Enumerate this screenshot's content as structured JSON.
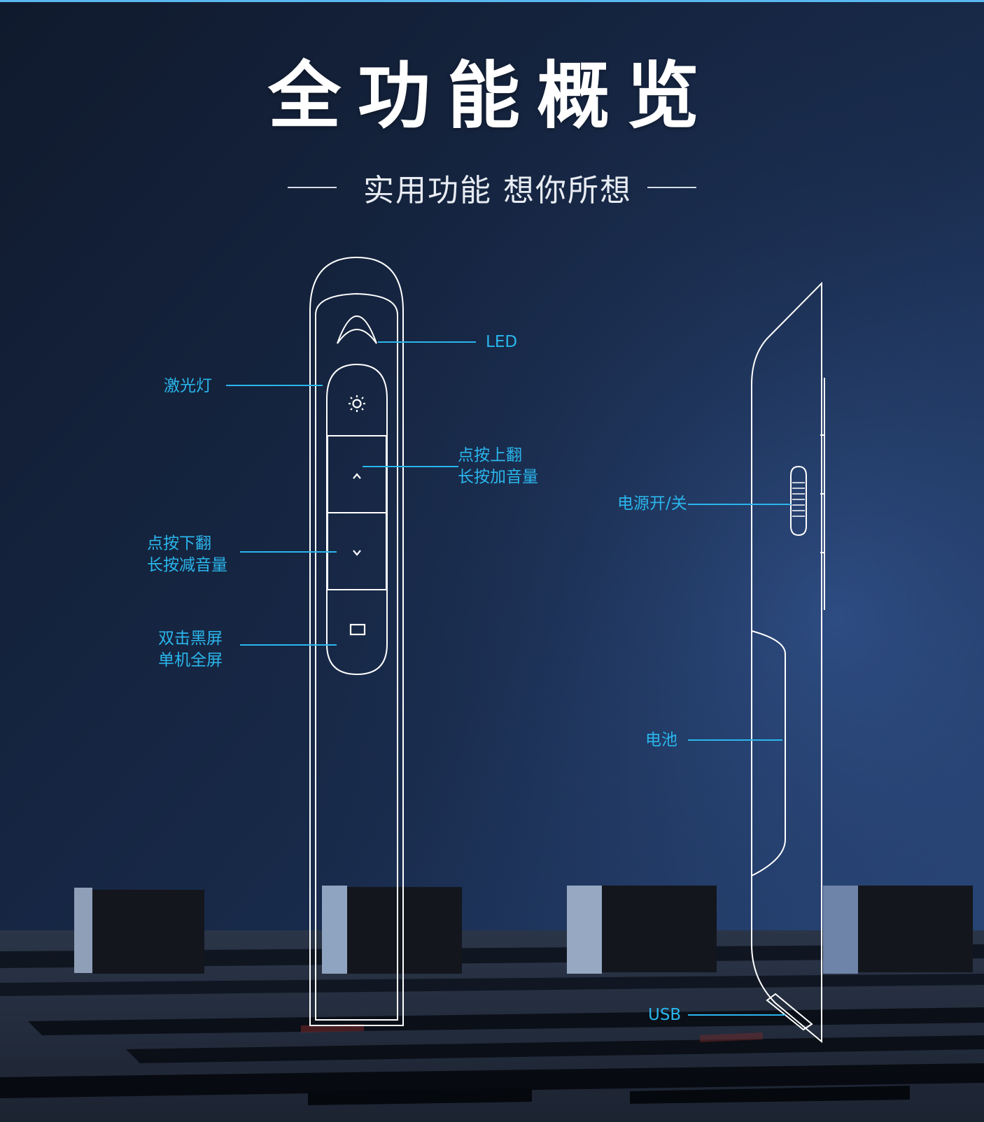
{
  "title": "全功能概览",
  "subtitle": "实用功能  想你所想",
  "colors": {
    "accent": "#2ab6ec",
    "outline": "#ffffff",
    "background": "#15243f"
  },
  "callouts": {
    "led": "LED",
    "laser": "激光灯",
    "page_up": [
      "点按上翻",
      "长按加音量"
    ],
    "page_down": [
      "点按下翻",
      "长按减音量"
    ],
    "black_screen": [
      "双击黑屏",
      "单机全屏"
    ],
    "power": "电源开/关",
    "battery": "电池",
    "usb": "USB"
  },
  "icons": {
    "laser_button": "sun-icon",
    "up_button": "chevron-up-icon",
    "down_button": "chevron-down-icon",
    "screen_button": "square-icon",
    "led": "led-arc-icon"
  }
}
